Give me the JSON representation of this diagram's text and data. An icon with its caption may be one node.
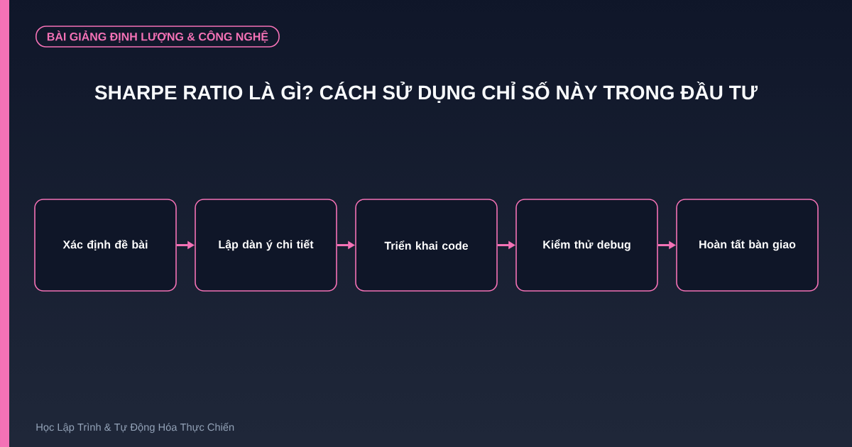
{
  "diagram": {
    "title": "SHARPE RATIO LÀ GÌ? CÁCH SỬ DỤNG CHỈ SỐ NÀY TRONG ĐẦU TƯ",
    "nodes": [
      {
        "text": [
          "BÀI GIẢNG ĐỊNH LƯỢNG & CÔNG NGHỆ"
        ]
      },
      {
        "text": [
          "Xác định đề bài"
        ]
      },
      {
        "text": [
          "Lập dàn ý chi tiết"
        ]
      },
      {
        "text": [
          "Triển khai code"
        ]
      },
      {
        "text": [
          "Kiểm thử debug"
        ]
      },
      {
        "text": [
          "Hoàn tất bàn giao"
        ]
      }
    ],
    "edges": [
      {
        "from": 1,
        "to": 2,
        "arrow": "to"
      },
      {
        "from": 2,
        "to": 3,
        "arrow": "to"
      },
      {
        "from": 3,
        "to": 4,
        "arrow": "to"
      },
      {
        "from": 4,
        "to": 5,
        "arrow": "to"
      }
    ],
    "labels": [
      "Học Lập Trình & Tự Động Hóa Thực Chiến"
    ]
  }
}
